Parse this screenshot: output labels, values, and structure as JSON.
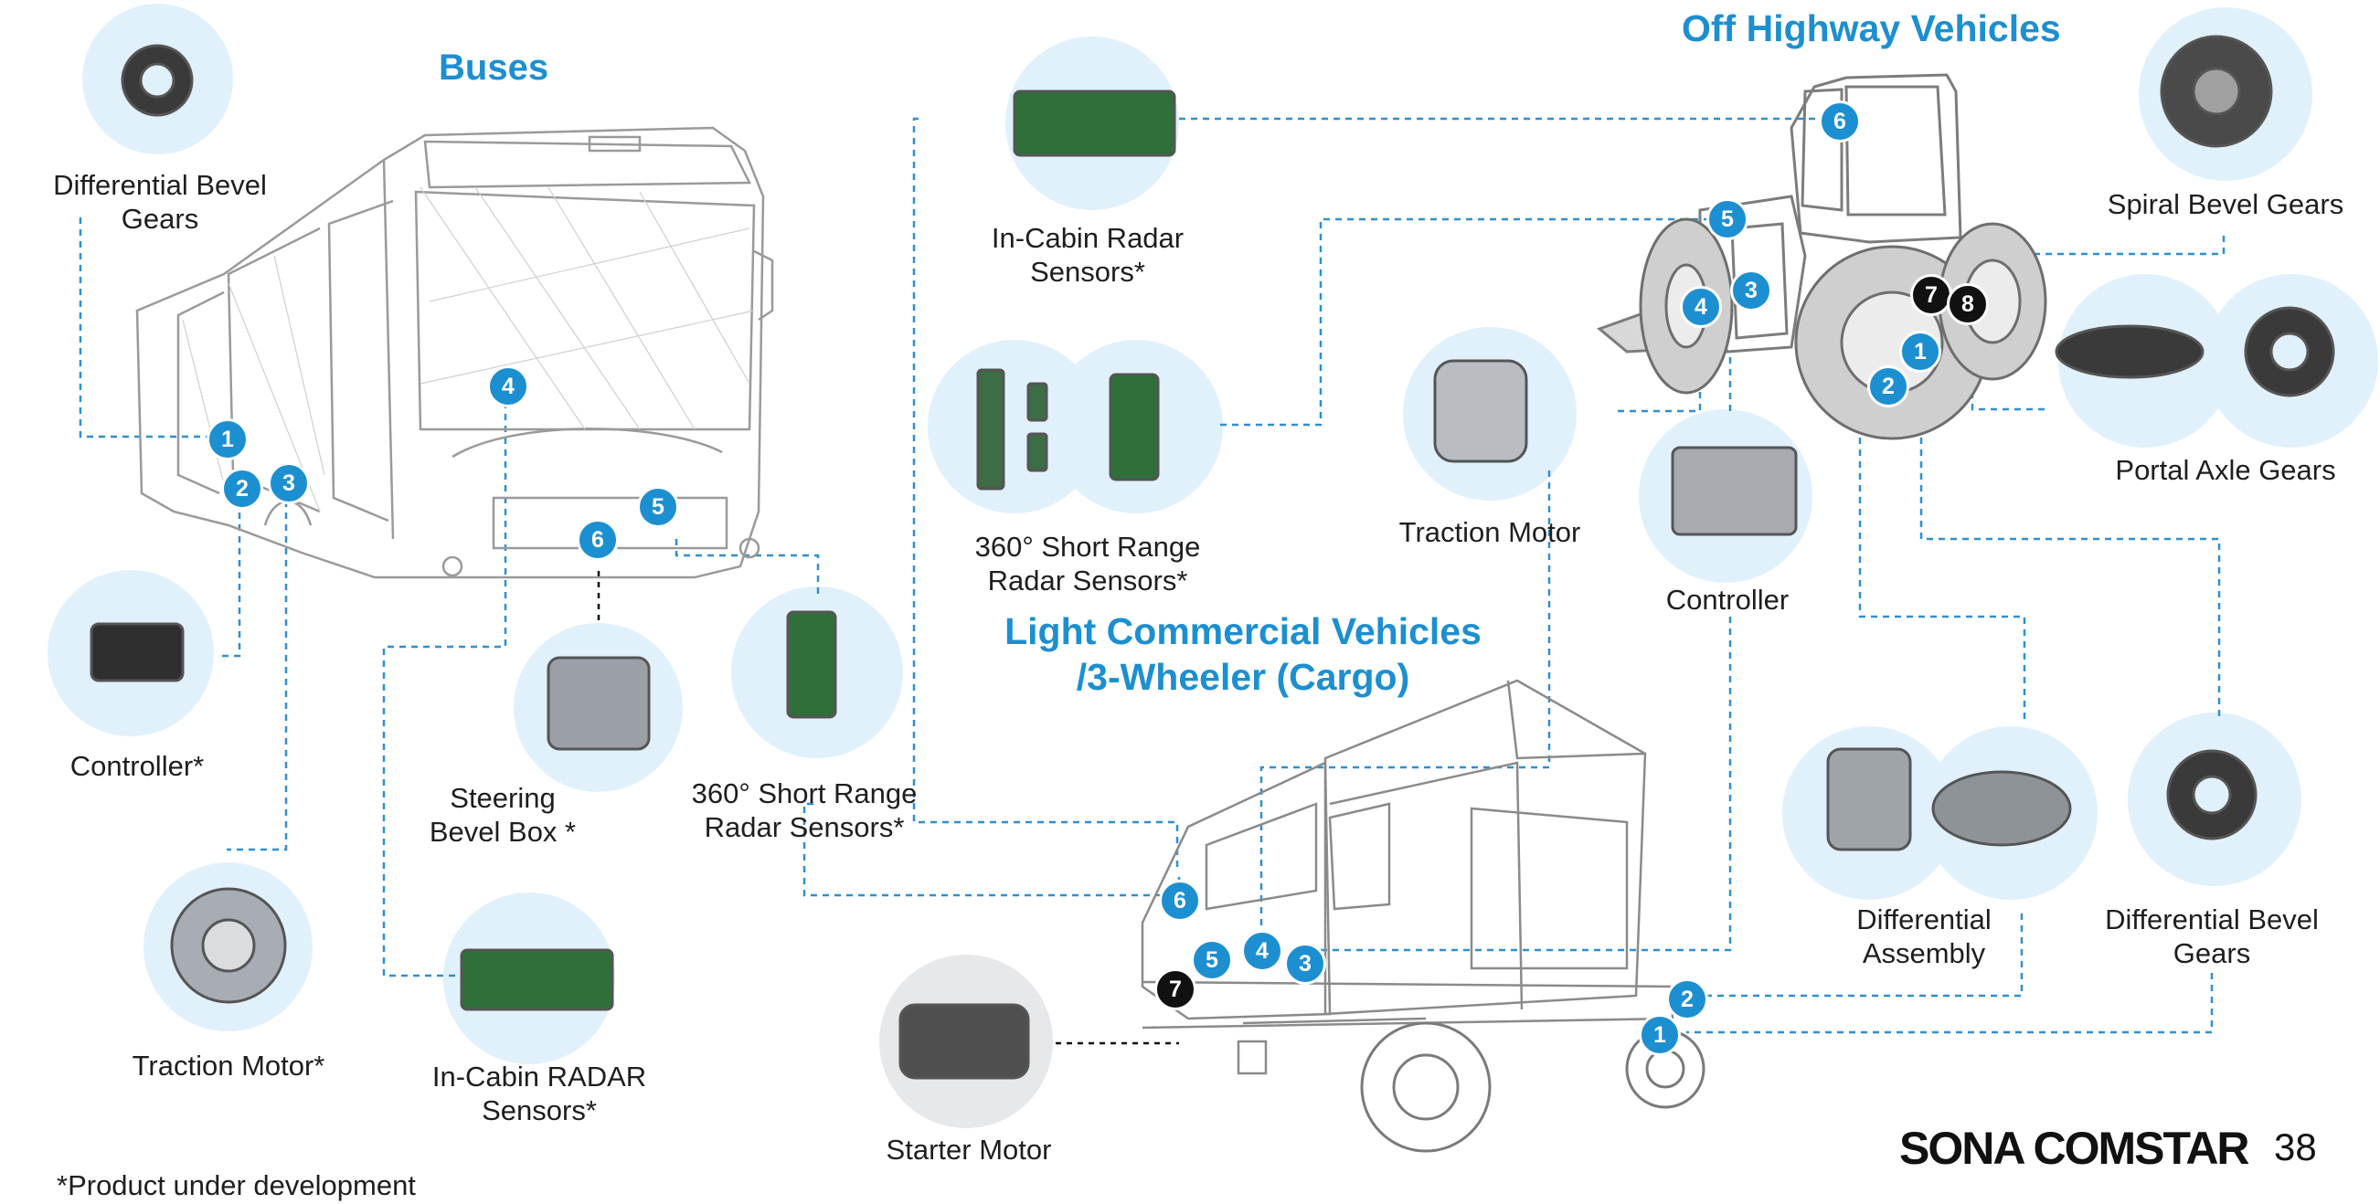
{
  "sections": {
    "buses": "Buses",
    "off_highway": "Off Highway Vehicles",
    "lcv_line1": "Light Commercial Vehicles",
    "lcv_line2": "/3-Wheeler (Cargo)"
  },
  "products": {
    "bus_diff_bevel": [
      "Differential Bevel",
      "Gears"
    ],
    "bus_controller": "Controller*",
    "bus_traction_motor": "Traction Motor*",
    "bus_steering_bevel": [
      "Steering",
      "Bevel Box *"
    ],
    "bus_incabin_radar": [
      "In-Cabin RADAR",
      "Sensors*"
    ],
    "bus_360_radar": [
      "360° Short Range",
      "Radar Sensors*"
    ],
    "incabin_radar": [
      "In-Cabin Radar",
      "Sensors*"
    ],
    "radar_360": [
      "360° Short Range",
      "Radar Sensors*"
    ],
    "ohv_traction_motor": "Traction Motor",
    "ohv_controller": "Controller",
    "spiral_bevel": "Spiral Bevel Gears",
    "portal_axle": "Portal Axle Gears",
    "diff_assembly": [
      "Differential",
      "Assembly"
    ],
    "lcv_diff_bevel": [
      "Differential Bevel",
      "Gears"
    ],
    "starter_motor": "Starter Motor"
  },
  "badges": {
    "bus": [
      "1",
      "2",
      "3",
      "4",
      "5",
      "6"
    ],
    "tractor": [
      "1",
      "2",
      "3",
      "4",
      "5",
      "6",
      "7",
      "8"
    ],
    "truck": [
      "1",
      "2",
      "3",
      "4",
      "5",
      "6",
      "7"
    ]
  },
  "footer": {
    "note": "*Product under development",
    "brand": "SONA COMSTAR",
    "page": "38"
  },
  "colors": {
    "accent": "#1c8fd0",
    "badge_blue": "#1c8fd0",
    "badge_dark": "#111111",
    "circle_bg": "#e1f1fb",
    "connector": "#2f8fcf"
  }
}
